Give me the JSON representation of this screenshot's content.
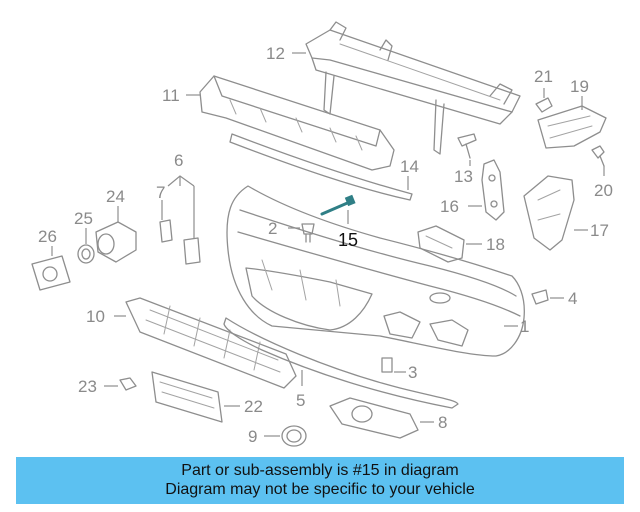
{
  "callouts": {
    "c1": "1",
    "c2": "2",
    "c3": "3",
    "c4": "4",
    "c5": "5",
    "c6": "6",
    "c7": "7",
    "c8": "8",
    "c9": "9",
    "c10": "10",
    "c11": "11",
    "c12": "12",
    "c13": "13",
    "c14": "14",
    "c15": "15",
    "c16": "16",
    "c17": "17",
    "c18": "18",
    "c19": "19",
    "c20": "20",
    "c21": "21",
    "c22": "22",
    "c23": "23",
    "c24": "24",
    "c25": "25",
    "c26": "26"
  },
  "highlighted_part": "15",
  "banner": {
    "line1": "Part or sub-assembly is #15 in diagram",
    "line2": "Diagram may not be specific to your vehicle",
    "color": "#5cc1f1"
  },
  "colors": {
    "line_art": "#8e8e8e",
    "highlight": "#111111",
    "highlight_part": "#2f7f86"
  }
}
